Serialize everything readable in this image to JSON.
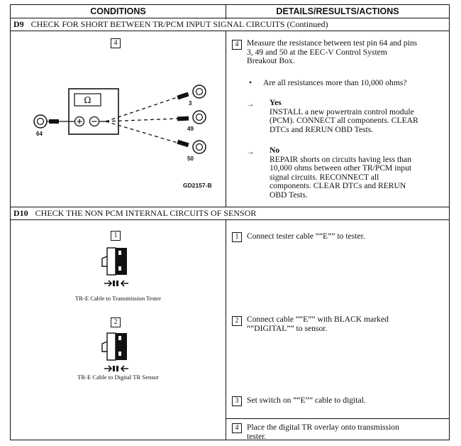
{
  "header": {
    "conditions": "CONDITIONS",
    "details": "DETAILS/RESULTS/ACTIONS"
  },
  "d9": {
    "id": "D9",
    "title": "CHECK FOR SHORT BETWEEN TR/PCM INPUT SIGNAL CIRCUITS (Continued)",
    "step_number": "4",
    "diagram": {
      "ohm_symbol": "Ω",
      "pin_left": "64",
      "pins": [
        "3",
        "49",
        "50"
      ],
      "figure_id": "GD2157-B"
    },
    "step_text": [
      "Measure the resistance between test pin 64 and pins",
      "3, 49 and 50 at the EEC-V Control System",
      "Breakout Box."
    ],
    "question": "Are all resistances more than 10,000 ohms?",
    "yes": {
      "label": "Yes",
      "lines": [
        "INSTALL a new powertrain control module",
        "(PCM). CONNECT all components. CLEAR",
        "DTCs and RERUN OBD Tests."
      ]
    },
    "no": {
      "label": "No",
      "lines": [
        "REPAIR shorts on circuits having less than",
        "10,000 ohms between other TR/PCM input",
        "signal circuits. RECONNECT all",
        "components. CLEAR DTCs and RERUN",
        "OBD Tests."
      ]
    }
  },
  "d10": {
    "id": "D10",
    "title": "CHECK THE NON PCM INTERNAL CIRCUITS OF SENSOR",
    "figures": [
      {
        "number": "1",
        "caption": "TR-E Cable to Transmission Tester"
      },
      {
        "number": "2",
        "caption": "TR-E Cable to Digital TR Sensor"
      }
    ],
    "steps": [
      {
        "number": "1",
        "lines": [
          "Connect tester cable ““E”” to tester."
        ]
      },
      {
        "number": "2",
        "lines": [
          "Connect cable ““E”” with BLACK marked",
          "““DIGITAL”” to sensor."
        ]
      },
      {
        "number": "3",
        "lines": [
          "Set switch on ““E”” cable to digital."
        ]
      },
      {
        "number": "4",
        "lines": [
          "Place the digital TR overlay onto transmission",
          "tester."
        ]
      }
    ]
  }
}
